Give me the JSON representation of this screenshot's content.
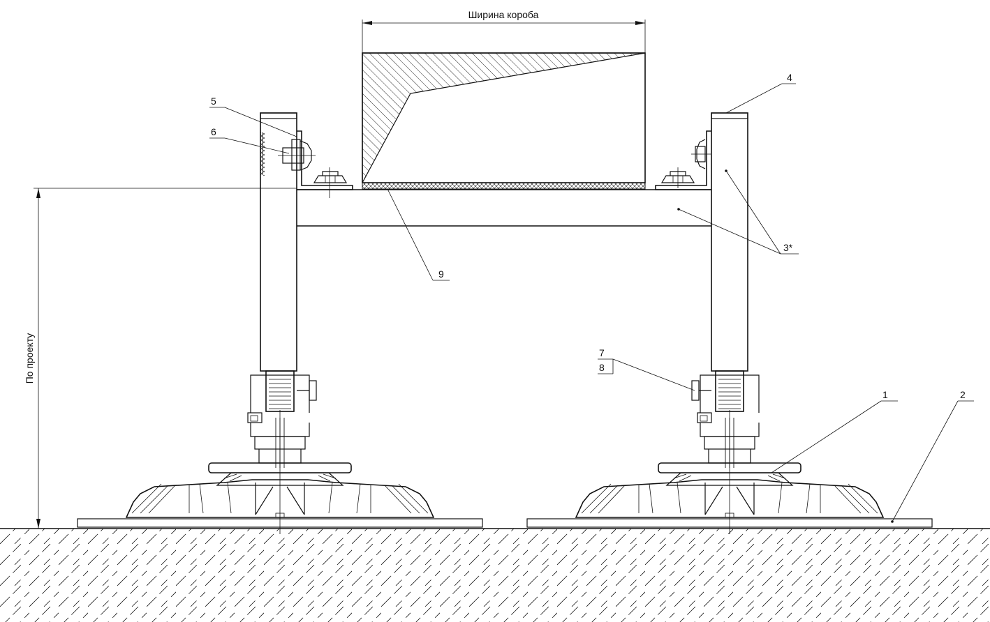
{
  "dimensions": {
    "width_label": "Ширина короба",
    "height_label": "По проекту"
  },
  "callouts": {
    "c1": "1",
    "c2": "2",
    "c3": "3*",
    "c4": "4",
    "c5": "5",
    "c6": "6",
    "c7": "7",
    "c8": "8",
    "c9": "9"
  }
}
